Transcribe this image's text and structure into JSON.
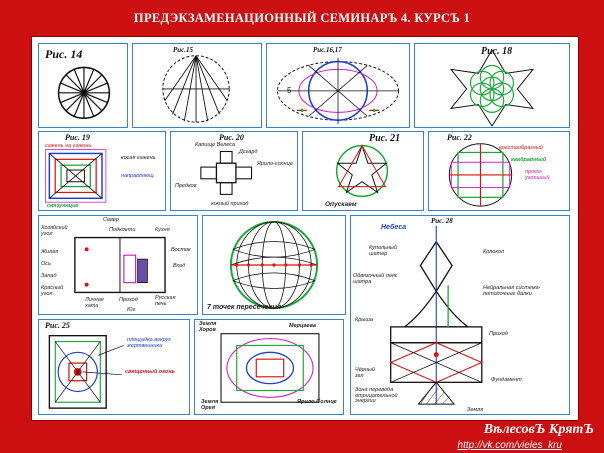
{
  "title": "ПРЕДЭКЗАМЕНАЦИОННЫЙ СЕМИНАРЪ 4. КУРСЪ 1",
  "signature": "ВѣлесовЪ КрятЪ",
  "url": "http://vk.com/vieles_kru",
  "panels": {
    "p14": {
      "label": "Рис. 14"
    },
    "p15": {
      "label": "Рис.15"
    },
    "p16": {
      "label": "Рис.16,17",
      "n5": "5"
    },
    "p18": {
      "label": "Рис. 18"
    },
    "p19": {
      "label": "Рис. 19",
      "l1": "сажень на сажень",
      "l2": "косая сажень",
      "l3": "направляющ",
      "l4": "связующие"
    },
    "p20": {
      "label": "Рис. 20",
      "l1": "Капище Велеса",
      "l2": "Дсгард",
      "l3": "Ярило-солнце",
      "l4": "Предков",
      "l5": "южный приход"
    },
    "p21": {
      "label": "Рис. 21",
      "l1": "Опускаем"
    },
    "p22": {
      "label": "Рис. 22",
      "l1": "крестообразный",
      "l2": "квадратный",
      "l3": "прямо-угольный"
    },
    "house": {
      "l1": "Север",
      "l2": "Хозяйский угол",
      "l3": "Подклети",
      "l4": "Кухня",
      "l5": "Жилая",
      "l6": "Восток",
      "l7": "Ось",
      "l8": "Вход",
      "l9": "Запад",
      "l10": "Красный угол",
      "l11": "Личная хата",
      "l12": "Проход",
      "l13": "Русская печь",
      "l14": "Юг"
    },
    "globe": {
      "l1": "7 точек пересечения"
    },
    "p25": {
      "label": "Рис. 25",
      "l1": "площадка вокруг жертвенника",
      "l2": "священный огонь"
    },
    "p27": {
      "l1": "Земля Хоров",
      "l2": "Мерцаева",
      "l3": "Земля Орея",
      "l4": "Ярило-Солнце"
    },
    "p28": {
      "label": "Рис. 28",
      "l1": "Небеса",
      "l2": "Купольный шатер",
      "l3": "Колокол",
      "l4": "Обвязочный пояс шатра",
      "l5": "Нейральная система-потолочные балки",
      "l6": "Крыша",
      "l7": "Приход",
      "l8": "Чёрный зал",
      "l9": "Фундамент",
      "l10": "Зона перевода отрицательной энергии",
      "l11": "Земля"
    }
  },
  "colors": {
    "background": "#cc0f10",
    "panel_border": "#3a82c9",
    "green": "#1aa83a",
    "blue": "#1f3fd0",
    "red": "#d81515",
    "magenta": "#d020c0"
  }
}
